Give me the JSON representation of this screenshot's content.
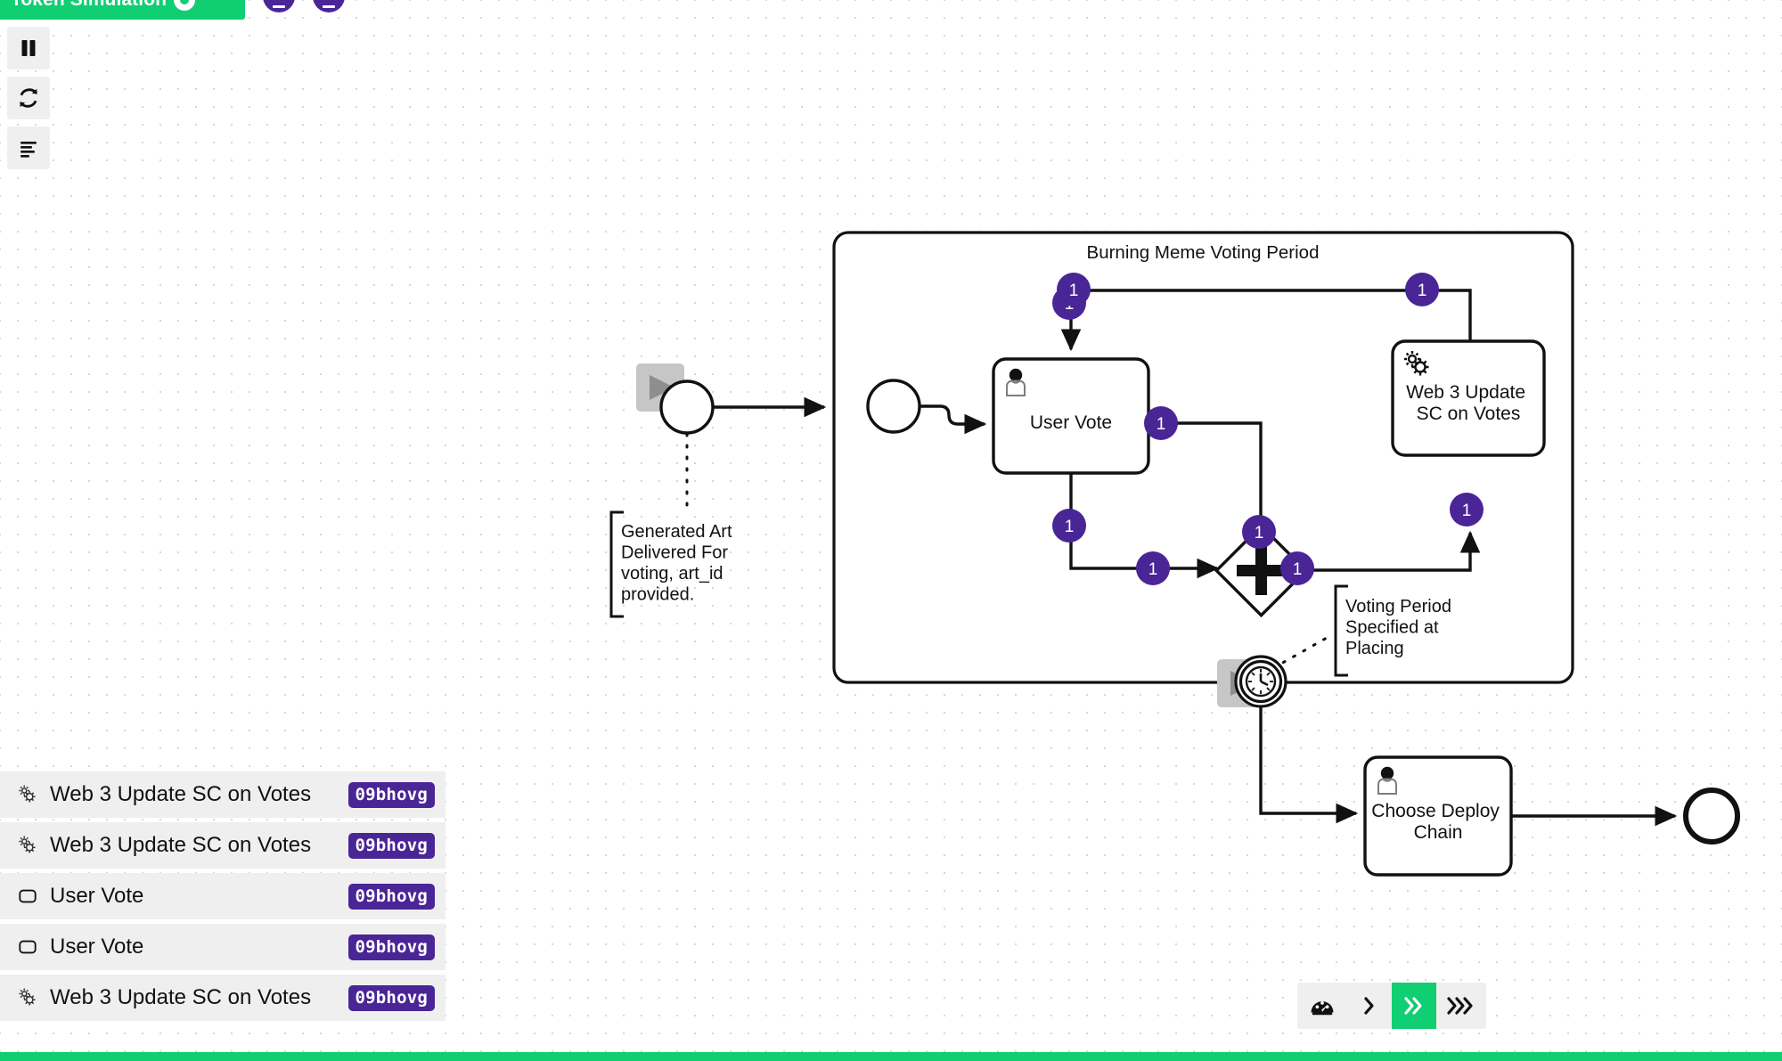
{
  "app": {
    "banner_title": "Token Simulation",
    "toggle_icon": "power-toggle-icon",
    "accent_green": "#10CE72",
    "accent_purple": "#4A2596"
  },
  "toolbar": {
    "items": [
      {
        "name": "pause-button",
        "icon": "pause-icon",
        "label": "Pause"
      },
      {
        "name": "reset-button",
        "icon": "refresh-icon",
        "label": "Reset Simulation"
      },
      {
        "name": "log-button",
        "icon": "log-list-icon",
        "label": "Show Log"
      }
    ]
  },
  "top_pills": [
    {
      "name": "token-pill-1",
      "value": ""
    },
    {
      "name": "token-pill-2",
      "value": ""
    }
  ],
  "diagram": {
    "subprocess_label": "Burning Meme Voting Period",
    "tasks": [
      {
        "id": "user-vote",
        "label": "User Vote",
        "type": "user-task",
        "icon": "user-task-icon"
      },
      {
        "id": "web3-update",
        "label": "Web 3 Update\nSC on Votes",
        "line1": "Web 3 Update",
        "line2": "SC on Votes",
        "type": "service-task",
        "icon": "gear-icon"
      },
      {
        "id": "choose-deploy-chain",
        "label": "Choose Deploy\nChain",
        "line1": "Choose Deploy",
        "line2": "Chain",
        "type": "user-task",
        "icon": "user-task-icon"
      }
    ],
    "annotations": [
      {
        "id": "ann-generated-art",
        "lines": [
          "Generated Art",
          "Delivered For",
          "voting, art_id",
          "provided."
        ]
      },
      {
        "id": "ann-voting-period",
        "lines": [
          "Voting Period",
          "Specified at",
          "Placing"
        ]
      }
    ],
    "token_badges": [
      {
        "id": "badge-subprocess-entry-top",
        "value": "1"
      },
      {
        "id": "badge-subprocess-entry-stack",
        "value": "1"
      },
      {
        "id": "badge-subprocess-topright",
        "value": "1"
      },
      {
        "id": "badge-user-vote-out",
        "value": "1"
      },
      {
        "id": "badge-user-vote-down",
        "value": "1"
      },
      {
        "id": "badge-gateway-in-left",
        "value": "1"
      },
      {
        "id": "badge-gateway-top",
        "value": "1"
      },
      {
        "id": "badge-gateway-out-right",
        "value": "1"
      },
      {
        "id": "badge-web3-in",
        "value": "1"
      }
    ],
    "events": [
      {
        "id": "start-event-outer",
        "type": "start-event"
      },
      {
        "id": "start-event-inner",
        "type": "start-event"
      },
      {
        "id": "timer-boundary-event",
        "type": "timer-boundary-event",
        "icon": "clock-icon"
      },
      {
        "id": "end-event",
        "type": "end-event"
      }
    ],
    "gateway": {
      "id": "parallel-gateway",
      "type": "parallel-gateway",
      "icon": "plus-icon"
    }
  },
  "trace": {
    "rows": [
      {
        "icon": "gear-icon",
        "label": "Web 3 Update SC on Votes",
        "badge": "09bhovg"
      },
      {
        "icon": "gear-icon",
        "label": "Web 3 Update SC on Votes",
        "badge": "09bhovg"
      },
      {
        "icon": "user-task-icon",
        "label": "User Vote",
        "badge": "09bhovg"
      },
      {
        "icon": "user-task-icon",
        "label": "User Vote",
        "badge": "09bhovg"
      },
      {
        "icon": "gear-icon",
        "label": "Web 3 Update SC on Votes",
        "badge": "09bhovg"
      }
    ]
  },
  "speed": {
    "gauge_icon": "speedometer-icon",
    "options": [
      {
        "name": "speed-slow",
        "glyph": "›",
        "active": false
      },
      {
        "name": "speed-medium",
        "glyph": "»",
        "active": true
      },
      {
        "name": "speed-fast",
        "glyph": "»›",
        "active": false
      }
    ]
  }
}
